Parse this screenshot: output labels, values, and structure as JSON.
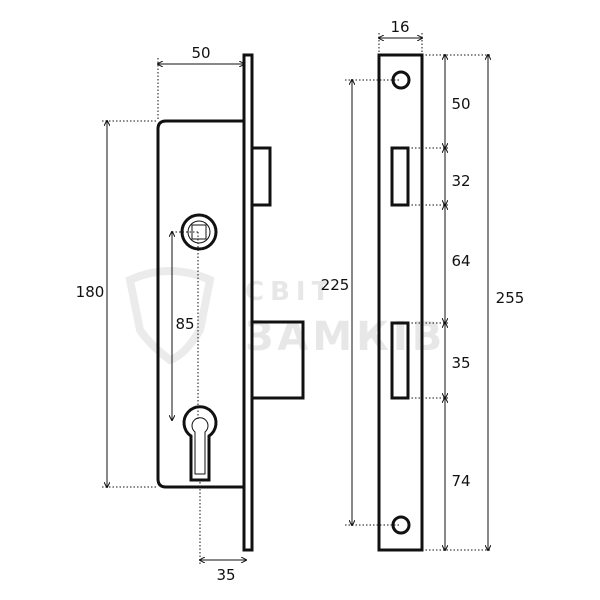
{
  "watermark": {
    "line1": "СВІТ",
    "line2": "ЗАМКІВ"
  },
  "side_view": {
    "dimensions": {
      "backset": "50",
      "height": "180",
      "center_distance": "85",
      "bottom_offset": "35"
    }
  },
  "front_view": {
    "dimensions": {
      "width": "16",
      "hole_spacing": "225",
      "total_length": "255",
      "chain": [
        "50",
        "32",
        "64",
        "35",
        "74"
      ]
    }
  }
}
